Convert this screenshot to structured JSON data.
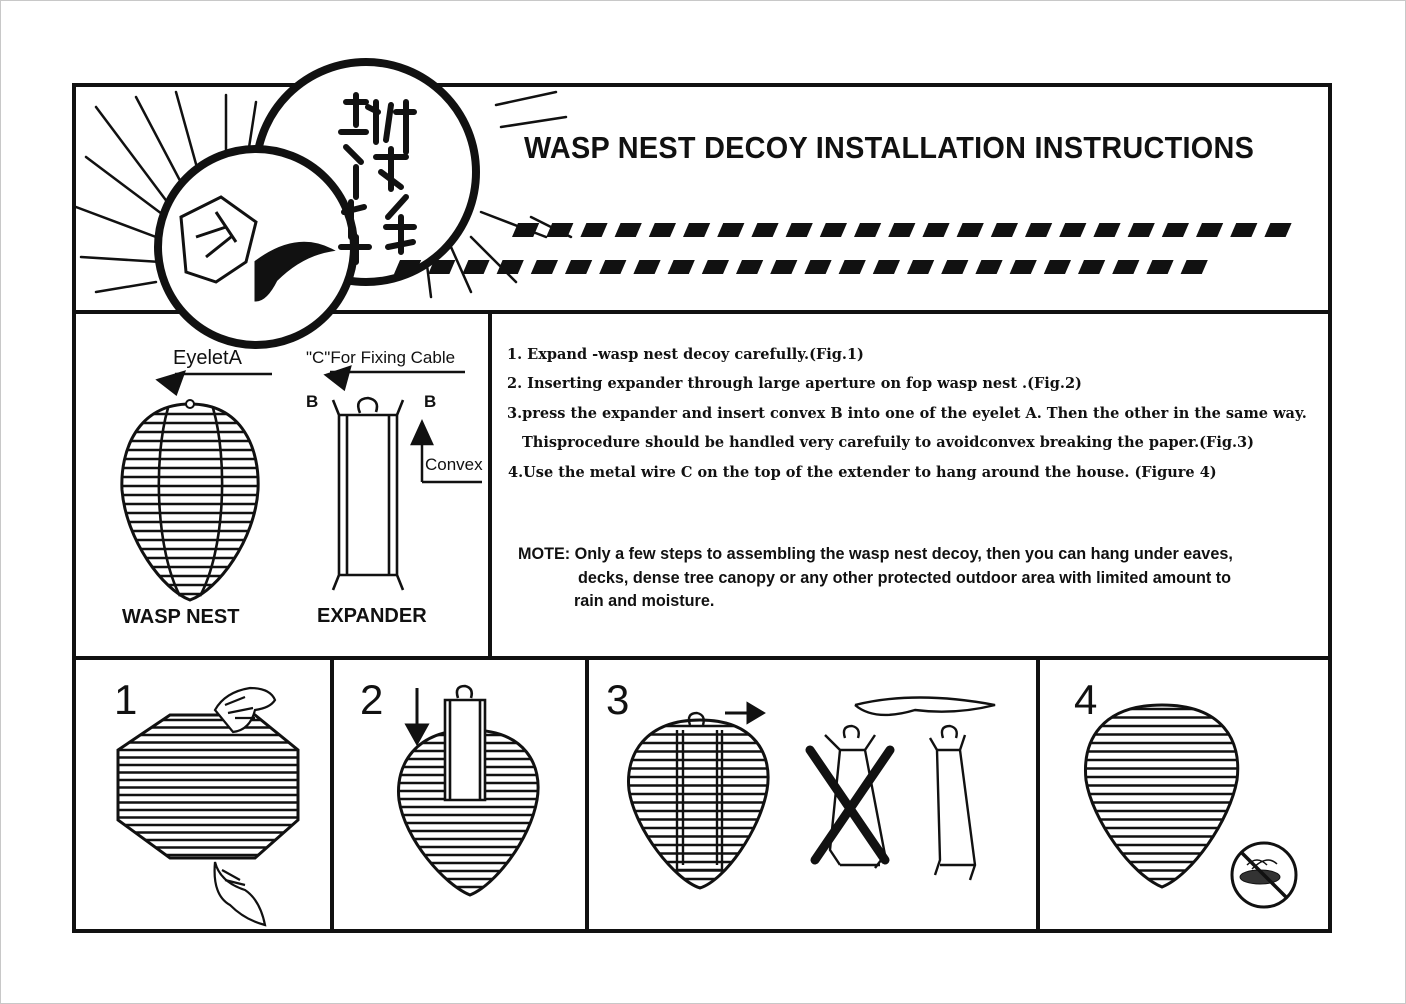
{
  "title": "WASP NEST DECOY INSTALLATION INSTRUCTIONS",
  "diagram_labels": {
    "eyelet": "EyeletA",
    "c_label": "\"C\"For Fixing Cable",
    "b_left": "B",
    "b_right": "B",
    "convex": "Convex",
    "wasp_nest": "WASP NEST",
    "expander": "EXPANDER"
  },
  "steps": [
    "1. Expand -wasp nest decoy carefully.(Fig.1)",
    "2. Inserting expander through large aperture on fop wasp nest .(Fig.2)",
    "3.press the expander and insert convex B into one of the eyelet A. Then the other in the same way.",
    "Thisprocedure should be handled very carefuily to avoidconvex breaking the paper.(Fig.3)",
    "4.Use the metal wire C on the top of the extender to hang around the house. (Figure 4)"
  ],
  "note": {
    "line1": "MOTE: Only a few steps to assembling the wasp nest decoy, then you can hang under eaves,",
    "line2": "decks, dense tree canopy or any other protected outdoor area with limited amount to",
    "line3": "rain and moisture."
  },
  "figures": [
    "1",
    "2",
    "3",
    "4"
  ],
  "icons": [
    "calligraphy-emblem",
    "wasp-nest-icon",
    "expander-icon",
    "hand-icon",
    "arrow-icon",
    "no-wasp-icon"
  ],
  "colors": {
    "ink": "#111111",
    "background": "#ffffff"
  }
}
